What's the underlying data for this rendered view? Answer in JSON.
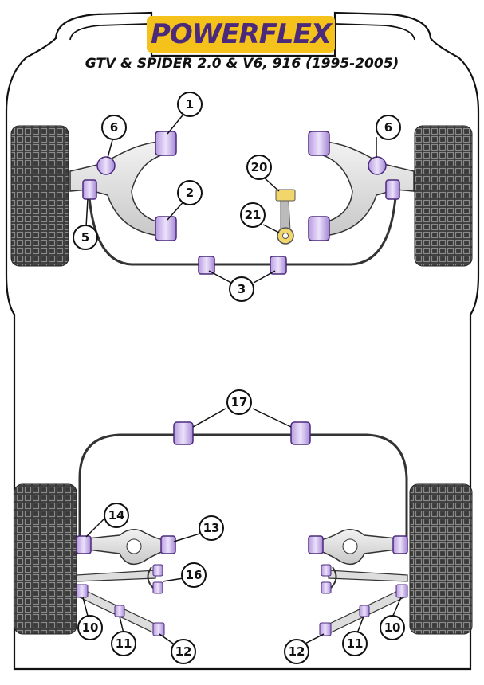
{
  "brand": {
    "logo_text": "POWERFLEX",
    "color_yellow": "#f4c21a",
    "color_purple": "#4b2a7c"
  },
  "subtitle": "GTV & SPIDER 2.0 & V6, 916 (1995-2005)",
  "part_color": "#d9c6f0",
  "part_color_dark": "#8d6fb8",
  "callouts": {
    "c1": "1",
    "c2": "2",
    "c3": "3",
    "c5": "5",
    "c6_left": "6",
    "c6_right": "6",
    "c10_left": "10",
    "c10_right": "10",
    "c11_left": "11",
    "c11_right": "11",
    "c12_left": "12",
    "c12_right": "12",
    "c13": "13",
    "c14": "14",
    "c16": "16",
    "c17": "17",
    "c20": "20",
    "c21": "21"
  }
}
